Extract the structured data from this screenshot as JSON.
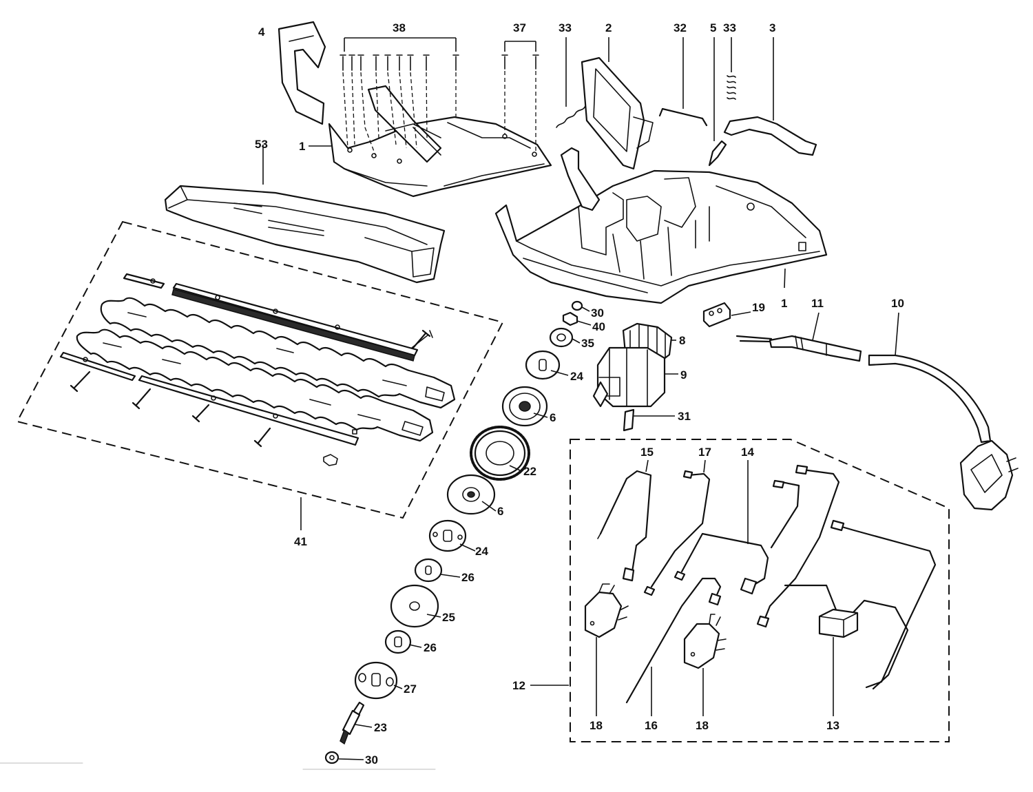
{
  "labels": {
    "l1a": "1",
    "l1b": "1",
    "l2": "2",
    "l3": "3",
    "l4": "4",
    "l5": "5",
    "l6a": "6",
    "l6b": "6",
    "l8": "8",
    "l9": "9",
    "l10": "10",
    "l11": "11",
    "l12": "12",
    "l13": "13",
    "l14": "14",
    "l15": "15",
    "l16": "16",
    "l17": "17",
    "l18a": "18",
    "l18b": "18",
    "l19": "19",
    "l22": "22",
    "l23": "23",
    "l24a": "24",
    "l24b": "24",
    "l25": "25",
    "l26a": "26",
    "l26b": "26",
    "l27": "27",
    "l30a": "30",
    "l30b": "30",
    "l31": "31",
    "l32": "32",
    "l33a": "33",
    "l33b": "33",
    "l35": "35",
    "l37": "37",
    "l38": "38",
    "l40": "40",
    "l41": "41",
    "l53": "53"
  }
}
